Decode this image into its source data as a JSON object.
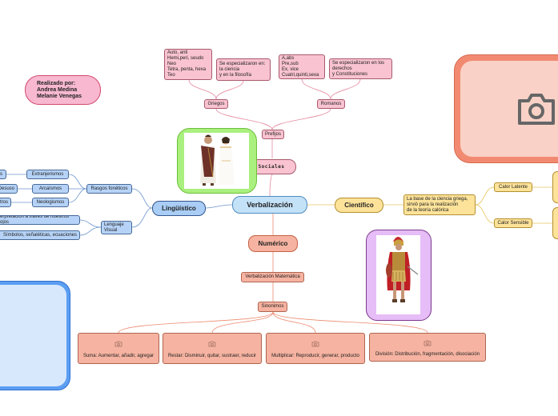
{
  "root": {
    "label": "Verbalización"
  },
  "author_note": {
    "line1": "Realizado por:",
    "line2": "Andrea Medina",
    "line3": "Melanie Venegas"
  },
  "sociales": {
    "label": "Sociales",
    "prefijos": "Prefijos",
    "griegos": {
      "label": "Griegos",
      "examples": "Auto, anti\nHemi,peri, seudo\nNeo\nTetra, penta, hexa\nTeo",
      "note": "Se especializaron en:\nla ciencia\ny en la filosofía"
    },
    "romanos": {
      "label": "Romanos",
      "examples": "A,abs\nPre,sub\nEx, vice\nCuatri,quinti,sexa",
      "note": "Se especializaron en los derechos\ny Constituciones"
    }
  },
  "linguistico": {
    "label": "Lingüístico",
    "rasgos": "Rasgos fonéticos",
    "extranjerismos": "Extranjerismos",
    "arcaismos": "Arcaísmos",
    "neologismos": "Neologismos",
    "cut_1": "s",
    "cut_2": "Desuso",
    "cut_3": "ntros",
    "lenguaje": "Lenguaje\nVisual",
    "interpretacion": "erpretación a través de nuestros ojos",
    "simbolos": "Símbolos, señaléticas, ecuaciones"
  },
  "cientifico": {
    "label": "Científico",
    "base": "La base de la ciencia griega,\nsirvió para la realización\nde la teoría calórica",
    "latente": "Calor Latente",
    "sensible": "Calor Sensible"
  },
  "numerico": {
    "label": "Numérico",
    "verb_mat": "Verbalización Matemática",
    "sinonimos": "Sinonimos",
    "suma": "Suma: Aumentar, añadir, agregar",
    "resta": "Restar: Disminuir, quitar, sustraer, reducir",
    "mult": "Multiplicar: Reproducir, generar, producto",
    "div": "División: Distribución, fragmentación, disociación"
  },
  "icons": [
    "camera-icon",
    "couple-illustration",
    "roman-soldier-illustration"
  ]
}
